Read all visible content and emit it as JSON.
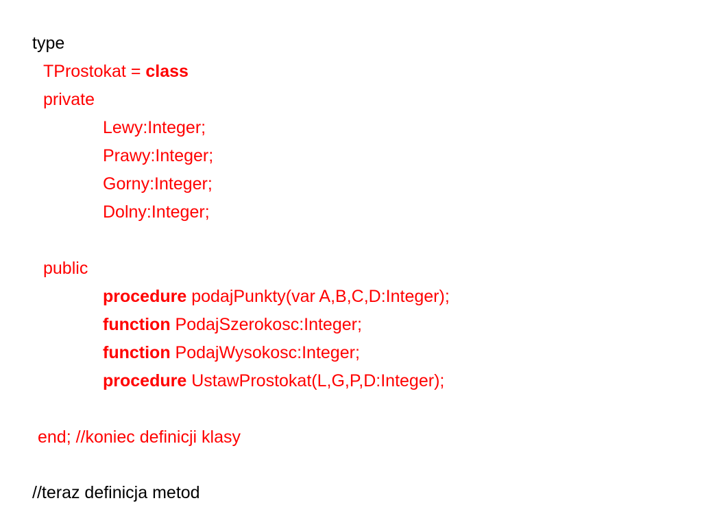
{
  "lines": {
    "type_kw": "type",
    "class_name": "TProstokat = ",
    "class_kw": "class",
    "private_kw": "private",
    "field_lewy": "Lewy:Integer;",
    "field_prawy": "Prawy:Integer;",
    "field_gorny": "Gorny:Integer;",
    "field_dolny": "Dolny:Integer;",
    "public_kw": "public",
    "m1_kw": "procedure",
    "m1_sig": " podajPunkty(var A,B,C,D:Integer);",
    "m2_kw": "function",
    "m2_sig": " PodajSzerokosc:Integer;",
    "m3_kw": "function",
    "m3_sig": " PodajWysokosc:Integer;",
    "m4_kw": "procedure",
    "m4_sig": " UstawProstokat(L,G,P,D:Integer);",
    "end_line": "end; //koniec definicji klasy",
    "comment_line": "//teraz definicja metod"
  },
  "colors": {
    "text": "#000000",
    "code_red": "#ff0000",
    "background": "#ffffff"
  }
}
